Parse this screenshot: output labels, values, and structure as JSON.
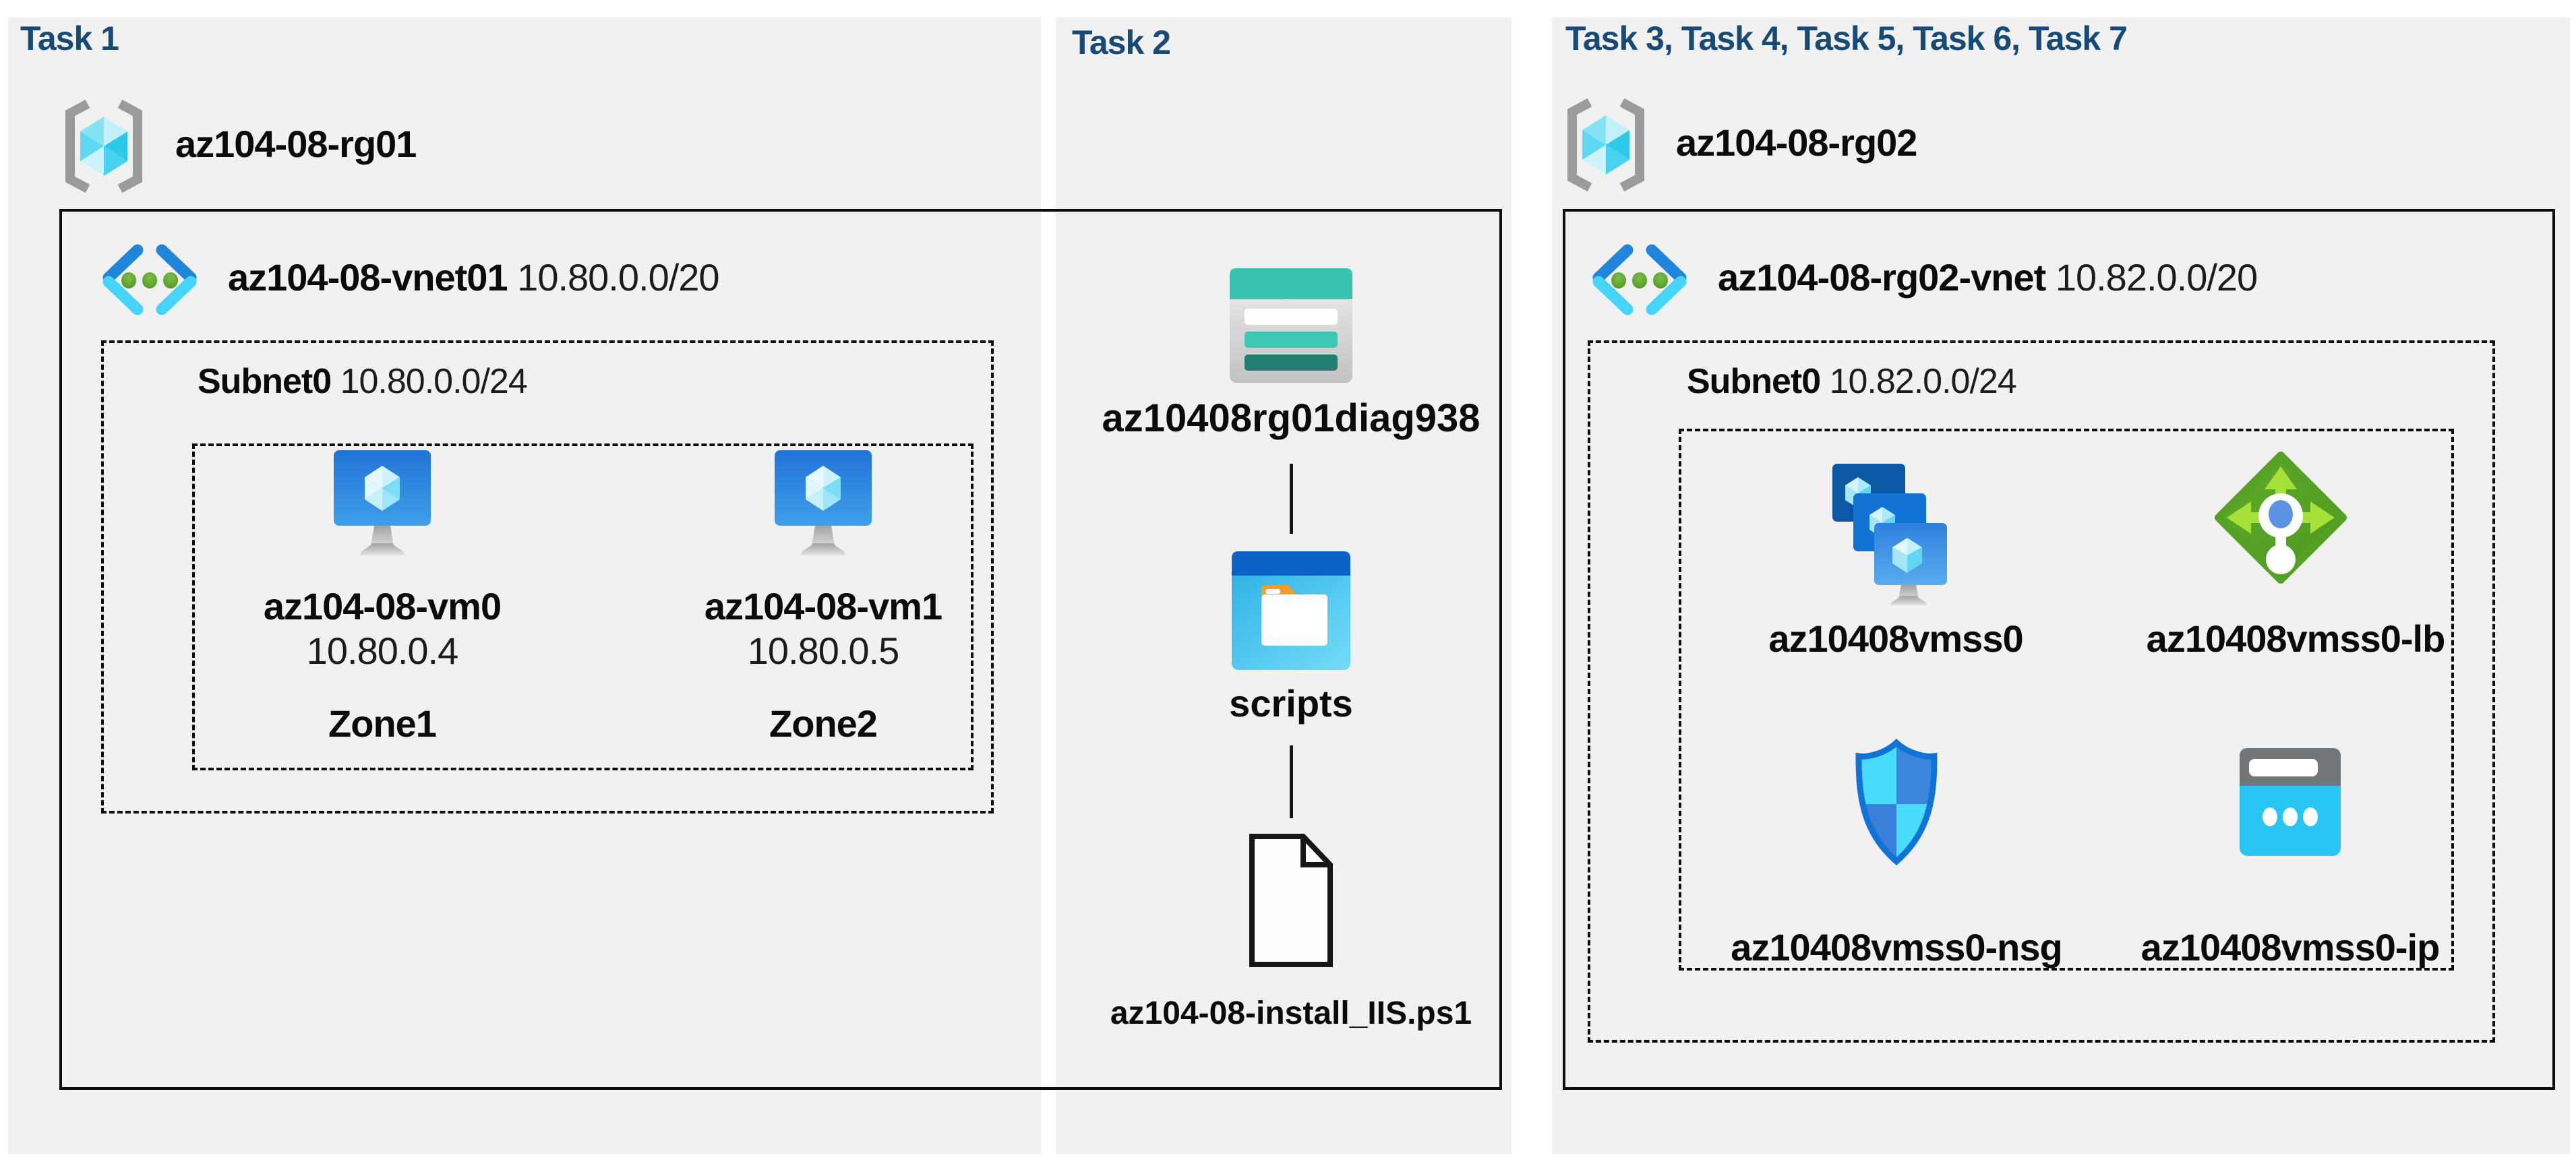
{
  "diagram": {
    "columns": [
      {
        "title": "Task 1",
        "resource_group": "az104-08-rg01",
        "vnet_name": "az104-08-vnet01",
        "vnet_cidr": "10.80.0.0/20",
        "subnet_name": "Subnet0",
        "subnet_cidr": "10.80.0.0/24",
        "vms": [
          {
            "name": "az104-08-vm0",
            "ip": "10.80.0.4",
            "zone": "Zone1"
          },
          {
            "name": "az104-08-vm1",
            "ip": "10.80.0.5",
            "zone": "Zone2"
          }
        ]
      },
      {
        "title": "Task 2",
        "storage_account": "az10408rg01diag938",
        "blob_container": "scripts",
        "script_file": "az104-08-install_IIS.ps1"
      },
      {
        "title": "Task 3, Task 4, Task 5, Task 6, Task 7",
        "resource_group": "az104-08-rg02",
        "vnet_name": "az104-08-rg02-vnet",
        "vnet_cidr": "10.82.0.0/20",
        "subnet_name": "Subnet0",
        "subnet_cidr": "10.82.0.0/24",
        "resources": [
          {
            "name": "az10408vmss0",
            "type": "virtual-machine-scale-set"
          },
          {
            "name": "az10408vmss0-lb",
            "type": "load-balancer"
          },
          {
            "name": "az10408vmss0-nsg",
            "type": "network-security-group"
          },
          {
            "name": "az10408vmss0-ip",
            "type": "public-ip-address"
          }
        ]
      }
    ],
    "colors": {
      "title_text": "#174a74",
      "panel_bg": "#f1f1f2",
      "box_border": "#0d0d0d",
      "storage_teal": "#38c2b0",
      "storage_teal_dark": "#257e73",
      "container_blue": "#0c63c5",
      "container_cyan": "#29b1e6",
      "folder_orange": "#f59b28",
      "vm_blue": "#2273d6",
      "vnet_chevron_blue": "#1f86dc",
      "vnet_chevron_cyan": "#45d5fa",
      "vnet_dot_green": "#5ca22b",
      "lb_green": "#57a525",
      "lb_arrow_green": "#a6e13a",
      "nsg_cyan": "#4adcfb",
      "nsg_blue": "#3c87de",
      "ip_gray": "#737679",
      "ip_cyan": "#29c6f3",
      "rg_bracket_gray": "#9b9b9b",
      "cube_cyan": "#2dc9e9"
    }
  }
}
